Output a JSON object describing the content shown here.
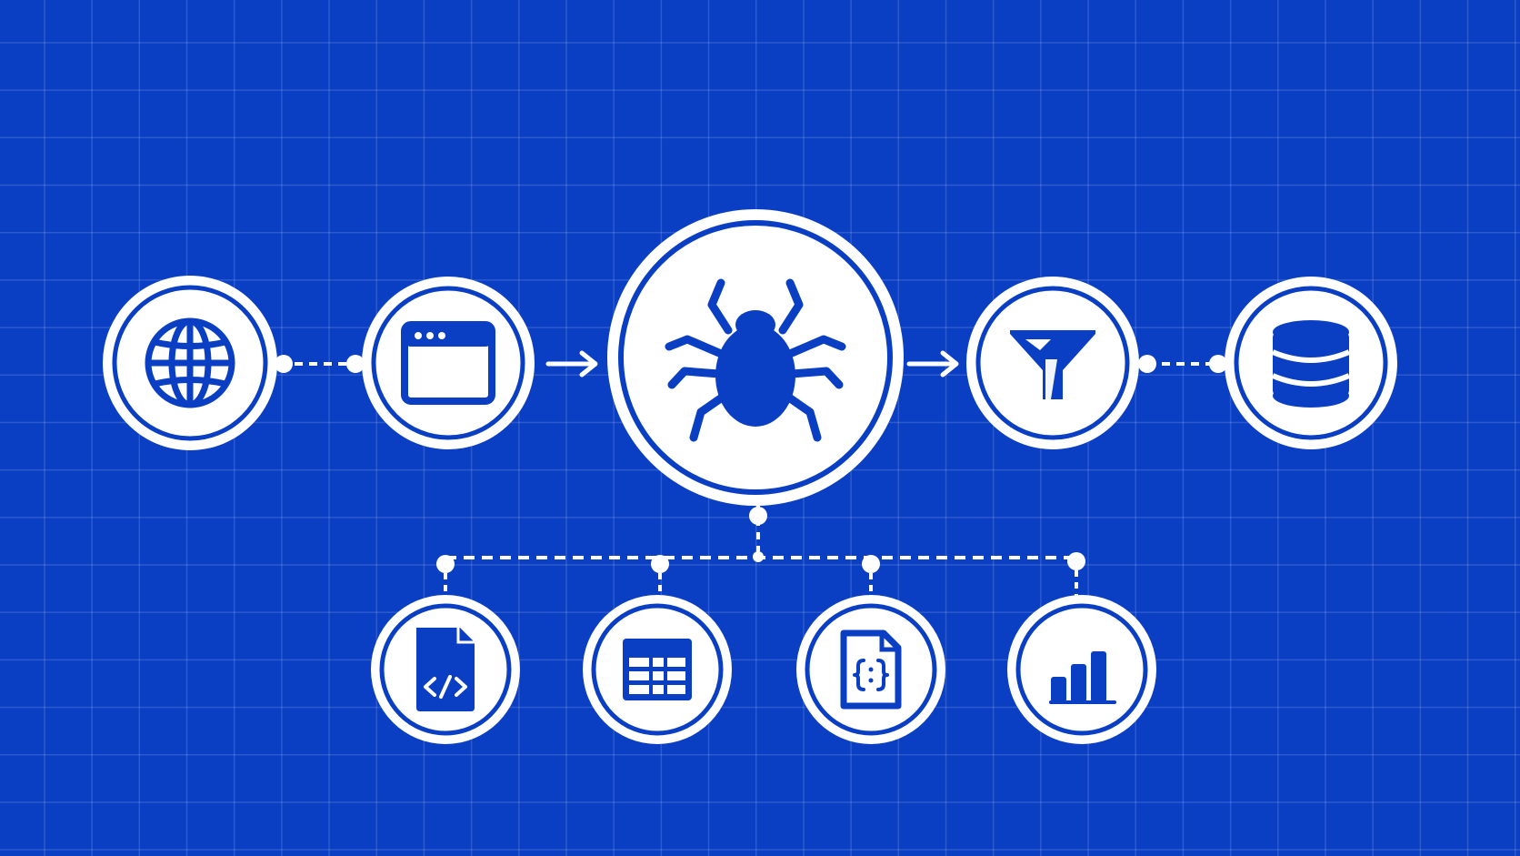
{
  "diagram": {
    "background_color": "#0a3fc4",
    "grid_color": "rgba(255,255,255,0.14)",
    "node_color": "#ffffff",
    "icon_color": "#0a3fc4",
    "pipeline": [
      {
        "icon": "globe-icon"
      },
      {
        "icon": "browser-window-icon"
      },
      {
        "icon": "spider-icon"
      },
      {
        "icon": "funnel-filter-icon"
      },
      {
        "icon": "database-icon"
      }
    ],
    "outputs": [
      {
        "icon": "html-code-file-icon"
      },
      {
        "icon": "table-icon"
      },
      {
        "icon": "json-file-icon"
      },
      {
        "icon": "bar-chart-icon"
      }
    ],
    "connectors": [
      {
        "from": "globe-icon",
        "to": "browser-window-icon",
        "style": "dashed"
      },
      {
        "from": "browser-window-icon",
        "to": "spider-icon",
        "style": "arrow"
      },
      {
        "from": "spider-icon",
        "to": "funnel-filter-icon",
        "style": "arrow"
      },
      {
        "from": "funnel-filter-icon",
        "to": "database-icon",
        "style": "dashed"
      },
      {
        "from": "spider-icon",
        "to": "outputs",
        "style": "dashed-branch"
      }
    ]
  }
}
